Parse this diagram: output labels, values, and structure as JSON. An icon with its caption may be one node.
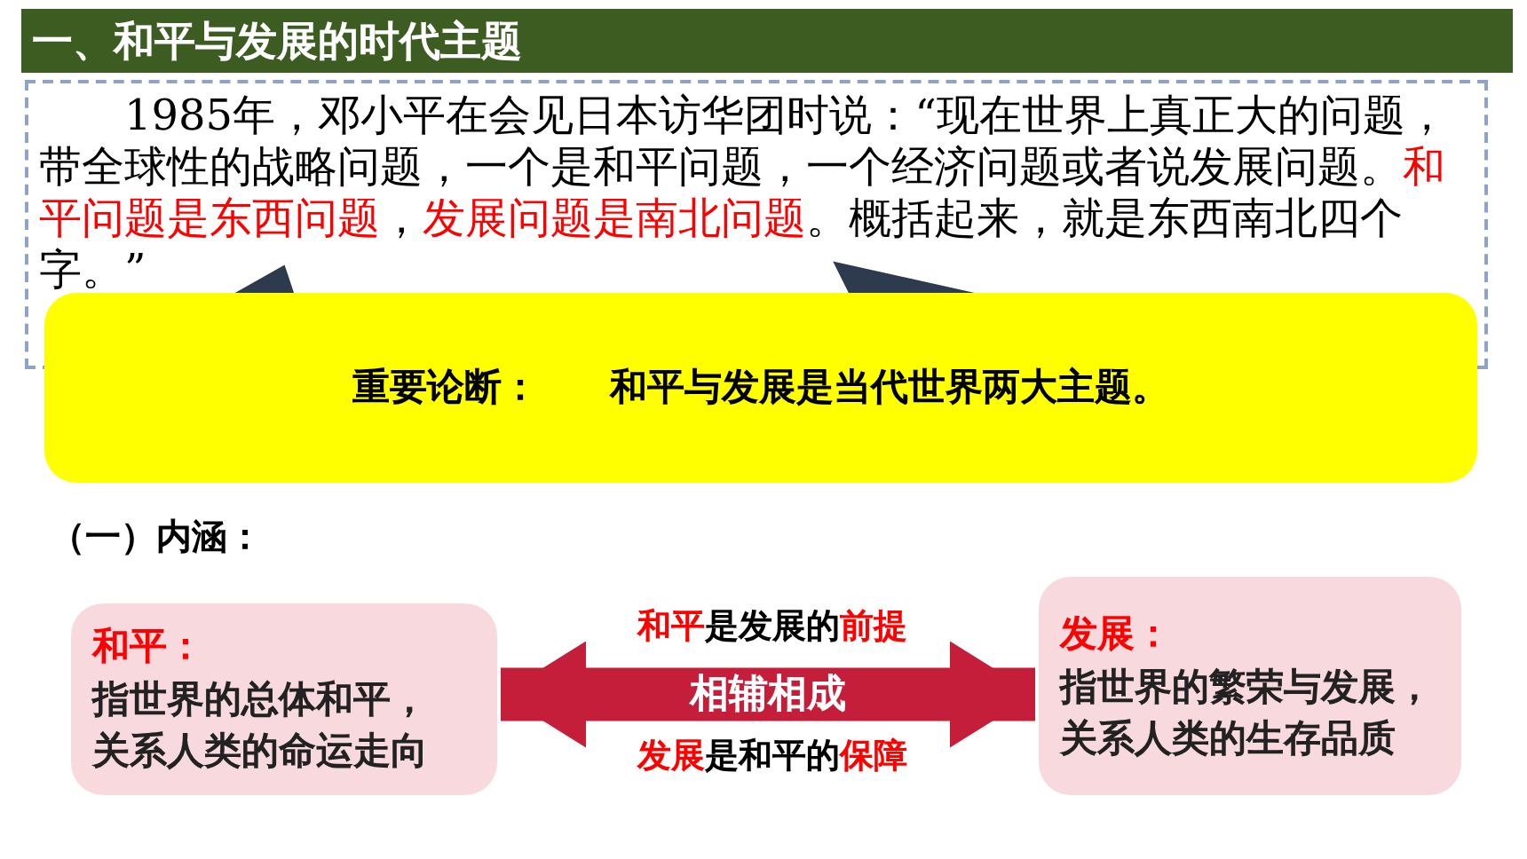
{
  "diagram": {
    "title": "一、和平与发展的时代主题",
    "nodes": [
      {
        "text": [
          "1985年，邓小平在会见日本访华团时说：“现在世界上真正大的问题，带全球性的战略问题，一个是和平问题，一个经济问题或者说发展问题。**和平问题是东西问题**，**发展问题是南北问题**。概括起来，就是东西南北四个字。”"
        ]
      },
      {
        "text": [
          "重要论断：",
          "和平与发展是当代世界两大主题。"
        ]
      },
      {
        "text": [
          "和平：",
          "指世界的总体和平，关系人类的命运走向"
        ]
      },
      {
        "text": [
          "发展：",
          "指世界的繁荣与发展，关系人类的生存品质"
        ]
      }
    ],
    "edges": [
      {
        "from": 1,
        "to": 0,
        "arrow": "none"
      },
      {
        "from": 1,
        "to": 0,
        "arrow": "none"
      },
      {
        "from": 2,
        "to": 3,
        "arrow": "both",
        "label": "相辅相成",
        "color": "#c41e3a"
      }
    ],
    "labels": [
      "（一）内涵：",
      "**和平**是发展的**前提**",
      "**发展**是和平的**保障**"
    ]
  }
}
